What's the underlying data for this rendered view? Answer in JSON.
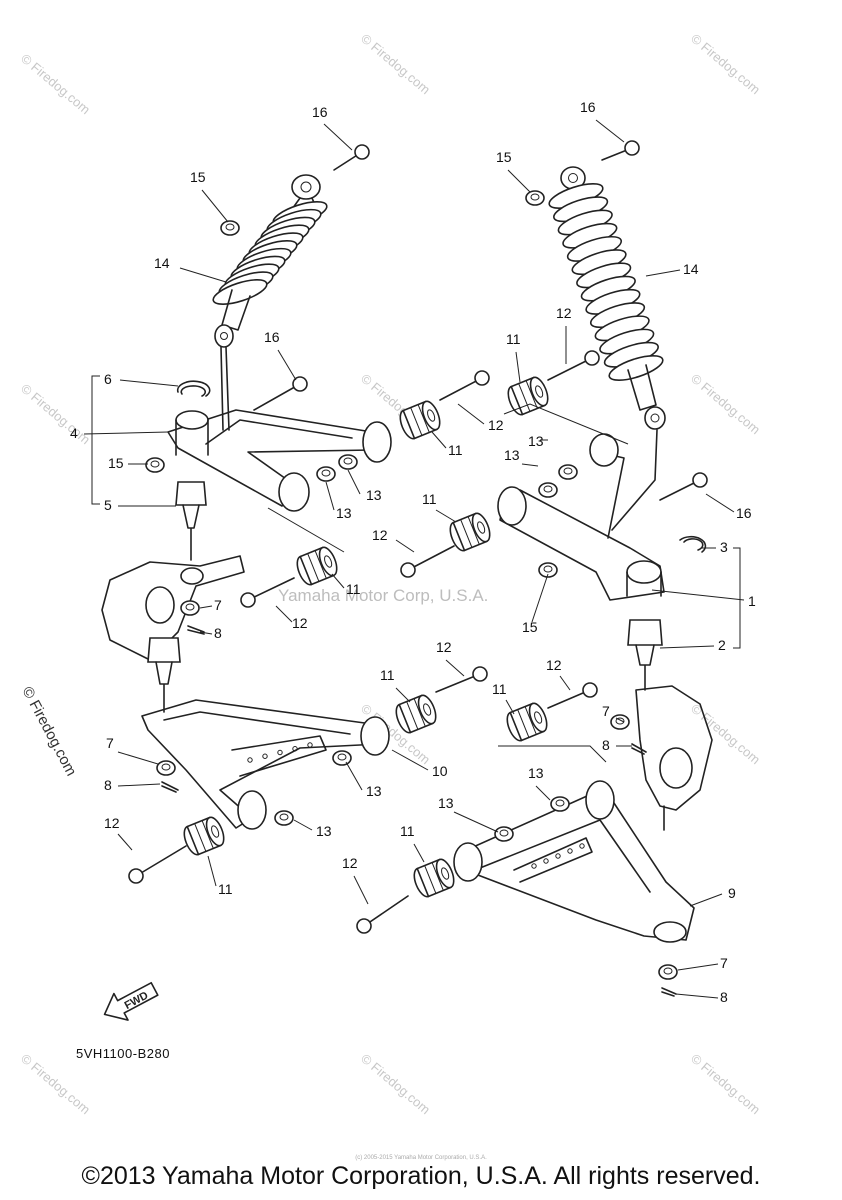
{
  "watermarks": {
    "site": "© Firedog.com",
    "center": "Yamaha Motor Corp, U.S.A.",
    "side": "© Firedog.com"
  },
  "diagram": {
    "code": "5VH1100-B280",
    "fwd_label": "FWD",
    "callouts": [
      "1",
      "2",
      "3",
      "4",
      "5",
      "6",
      "7",
      "8",
      "9",
      "10",
      "11",
      "12",
      "13",
      "14",
      "15",
      "16"
    ]
  },
  "footer": {
    "copyright": "©2013 Yamaha Motor Corporation, U.S.A. All rights reserved.",
    "fine_print": "(c) 2005-2015 Yamaha Motor Corporation, U.S.A."
  }
}
